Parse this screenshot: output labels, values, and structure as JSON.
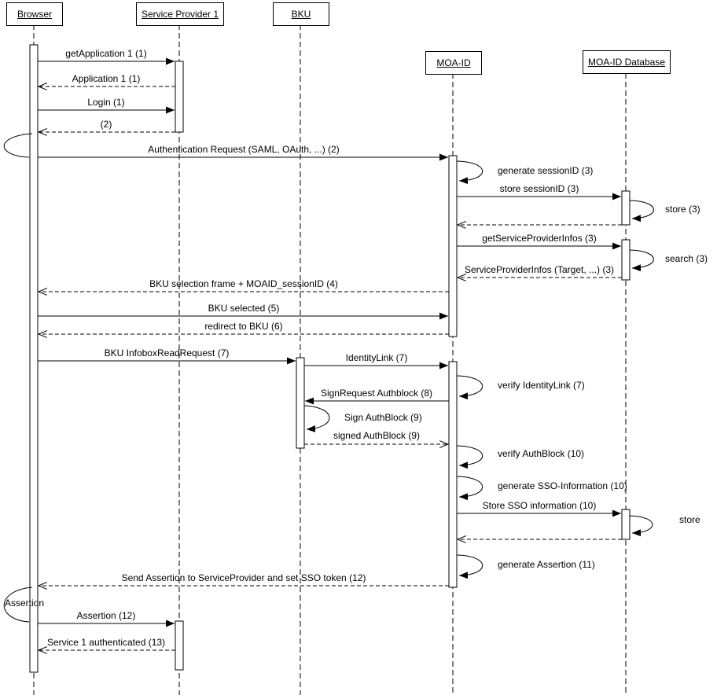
{
  "actors": [
    {
      "name": "Browser"
    },
    {
      "name": "Service Provider 1"
    },
    {
      "name": "BKU"
    },
    {
      "name": "MOA-ID"
    },
    {
      "name": "MOA-ID Database"
    }
  ],
  "messages": [
    {
      "label": "getApplication 1 (1)",
      "from": "Browser",
      "to": "Service Provider 1",
      "style": "call"
    },
    {
      "label": "Application 1 (1)",
      "from": "Service Provider 1",
      "to": "Browser",
      "style": "return"
    },
    {
      "label": "Login (1)",
      "from": "Browser",
      "to": "Service Provider 1",
      "style": "call"
    },
    {
      "label": "(2)",
      "from": "Service Provider 1",
      "to": "Browser",
      "style": "return"
    },
    {
      "label": "Authentication Request (SAML, OAuth, ...)  (2)",
      "from": "Browser",
      "to": "MOA-ID",
      "style": "call"
    },
    {
      "label": "generate sessionID  (3)",
      "from": "MOA-ID",
      "to": "MOA-ID",
      "style": "self"
    },
    {
      "label": "store sessionID (3)",
      "from": "MOA-ID",
      "to": "MOA-ID Database",
      "style": "call"
    },
    {
      "label": "store (3)",
      "from": "MOA-ID Database",
      "to": "MOA-ID Database",
      "style": "self"
    },
    {
      "label": "",
      "from": "MOA-ID Database",
      "to": "MOA-ID",
      "style": "return"
    },
    {
      "label": "getServiceProviderInfos (3)",
      "from": "MOA-ID",
      "to": "MOA-ID Database",
      "style": "call"
    },
    {
      "label": "search (3)",
      "from": "MOA-ID Database",
      "to": "MOA-ID Database",
      "style": "self"
    },
    {
      "label": "ServiceProviderInfos (Target, ...) (3)",
      "from": "MOA-ID Database",
      "to": "MOA-ID",
      "style": "return"
    },
    {
      "label": "BKU selection frame + MOAID_sessionID (4)",
      "from": "MOA-ID",
      "to": "Browser",
      "style": "return"
    },
    {
      "label": "BKU selected (5)",
      "from": "Browser",
      "to": "MOA-ID",
      "style": "call"
    },
    {
      "label": "redirect to BKU (6)",
      "from": "MOA-ID",
      "to": "Browser",
      "style": "return"
    },
    {
      "label": "BKU InfoboxReadRequest (7)",
      "from": "Browser",
      "to": "BKU",
      "style": "call"
    },
    {
      "label": "IdentityLink (7)",
      "from": "BKU",
      "to": "MOA-ID",
      "style": "call"
    },
    {
      "label": "verify IdentityLink (7)",
      "from": "MOA-ID",
      "to": "MOA-ID",
      "style": "self"
    },
    {
      "label": "SignRequest Authblock (8)",
      "from": "MOA-ID",
      "to": "BKU",
      "style": "call"
    },
    {
      "label": "Sign AuthBlock (9)",
      "from": "BKU",
      "to": "BKU",
      "style": "self"
    },
    {
      "label": "signed AuthBlock (9)",
      "from": "BKU",
      "to": "MOA-ID",
      "style": "return"
    },
    {
      "label": "verify AuthBlock (10)",
      "from": "MOA-ID",
      "to": "MOA-ID",
      "style": "self"
    },
    {
      "label": "generate SSO-Information (10)",
      "from": "MOA-ID",
      "to": "MOA-ID",
      "style": "self"
    },
    {
      "label": "Store SSO information (10)",
      "from": "MOA-ID",
      "to": "MOA-ID Database",
      "style": "call"
    },
    {
      "label": "store",
      "from": "MOA-ID Database",
      "to": "MOA-ID Database",
      "style": "self"
    },
    {
      "label": "",
      "from": "MOA-ID Database",
      "to": "MOA-ID",
      "style": "return"
    },
    {
      "label": "generate Assertion (11)",
      "from": "MOA-ID",
      "to": "MOA-ID",
      "style": "self"
    },
    {
      "label": "Send Assertion to ServiceProvider and set SSO token (12)",
      "from": "MOA-ID",
      "to": "Browser",
      "style": "return"
    },
    {
      "label": "Assertion",
      "from": "Browser",
      "to": "Browser",
      "style": "self"
    },
    {
      "label": "Assertion (12)",
      "from": "Browser",
      "to": "Service Provider 1",
      "style": "call"
    },
    {
      "label": "Service 1 authenticated (13)",
      "from": "Service Provider 1",
      "to": "Browser",
      "style": "return"
    }
  ]
}
